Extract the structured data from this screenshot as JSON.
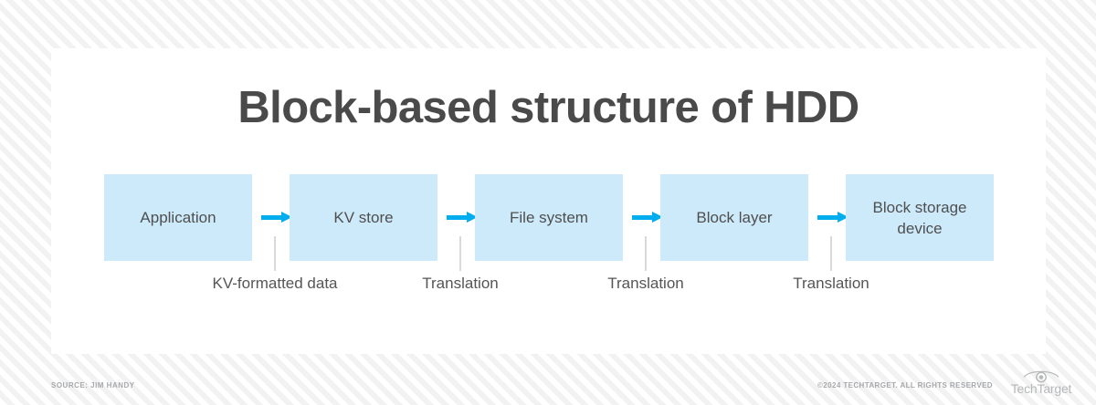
{
  "title": "Block-based structure of HDD",
  "colors": {
    "box_fill": "#cdeafa",
    "arrow": "#00aeef",
    "title_text": "#4a4a4a",
    "body_text": "#4f4f4f",
    "footer_text": "#a6a8ab",
    "connector": "#d9d9d9"
  },
  "flow": {
    "boxes": [
      {
        "label": "Application"
      },
      {
        "label": "KV store"
      },
      {
        "label": "File system"
      },
      {
        "label": "Block layer"
      },
      {
        "label": "Block storage device"
      }
    ],
    "arrows": [
      {
        "name": "arrow-1"
      },
      {
        "name": "arrow-2"
      },
      {
        "name": "arrow-3"
      },
      {
        "name": "arrow-4"
      }
    ],
    "captions": [
      {
        "label": "KV-formatted data"
      },
      {
        "label": "Translation"
      },
      {
        "label": "Translation"
      },
      {
        "label": "Translation"
      }
    ]
  },
  "footer": {
    "source": "SOURCE: JIM HANDY",
    "copyright": "©2024 TECHTARGET. ALL RIGHTS RESERVED",
    "logo_text": "TechTarget",
    "logo_icon": "eye-icon"
  }
}
